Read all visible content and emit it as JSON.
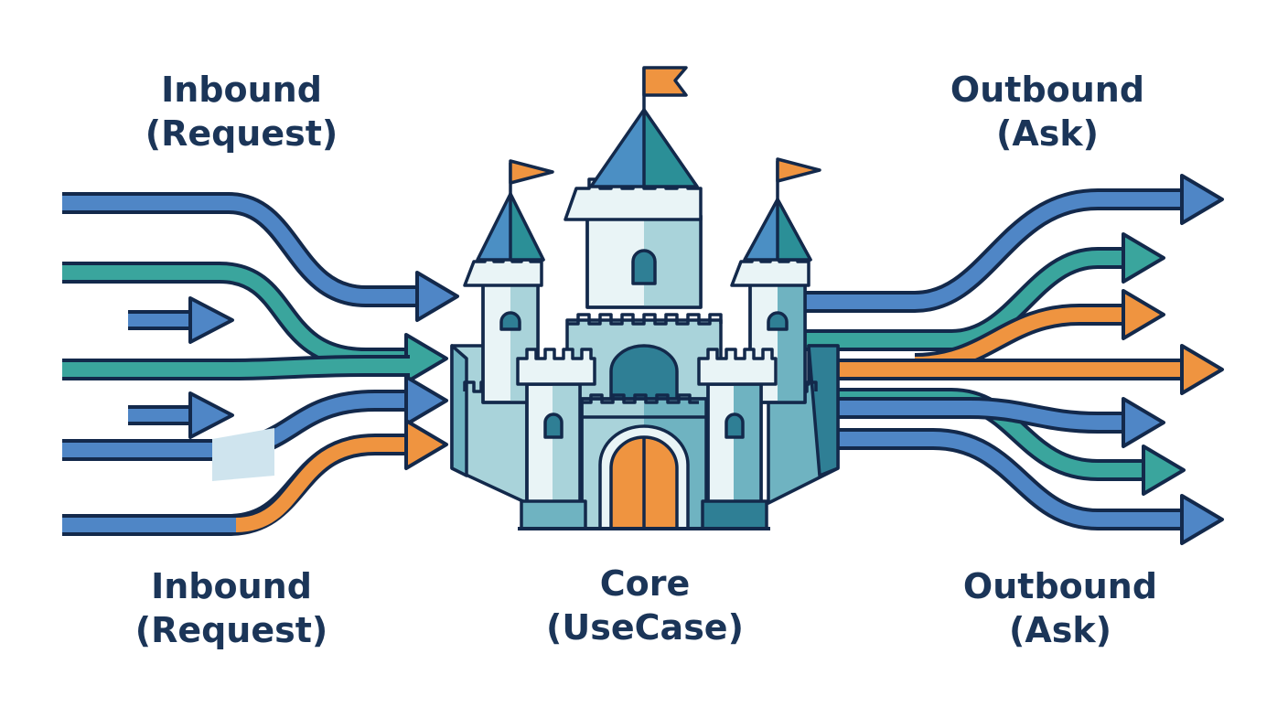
{
  "labels": {
    "inbound_top": {
      "line1": "Inbound",
      "line2": "(Request)"
    },
    "outbound_top": {
      "line1": "Outbound",
      "line2": "(Ask)"
    },
    "inbound_bottom": {
      "line1": "Inbound",
      "line2": "(Request)"
    },
    "core": {
      "line1": "Core",
      "line2": "(UseCase)"
    },
    "outbound_bottom": {
      "line1": "Outbound",
      "line2": "(Ask)"
    }
  },
  "colors": {
    "text": "#1b3558",
    "outline": "#13294b",
    "blue": "#4f86c6",
    "teal": "#3aa59d",
    "orange": "#ef9440",
    "castle_light": "#a9d3da",
    "castle_mid": "#6fb3c1",
    "castle_dark": "#2f7f95",
    "roof": "#4b8fc4",
    "roof_teal": "#2b8f97",
    "wall_white": "#e9f4f6"
  },
  "icons": {
    "castle": "castle-icon",
    "flag": "flag-icon",
    "arrow": "arrow-icon"
  }
}
